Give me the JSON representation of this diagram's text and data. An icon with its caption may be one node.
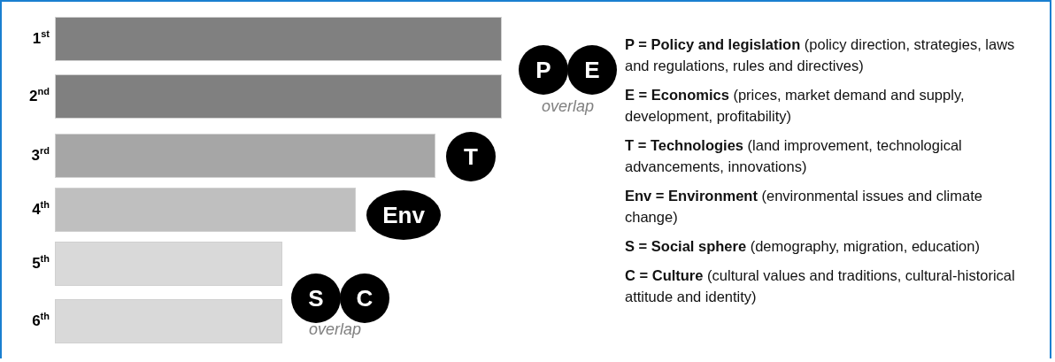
{
  "diagram": {
    "nodes": [
      {
        "text": [],
        "shape": "bar",
        "beside": [
          "1$^{st}$"
        ]
      },
      {
        "text": [],
        "shape": "bar",
        "beside": [
          "2$^{nd}$"
        ]
      },
      {
        "text": [],
        "shape": "bar",
        "beside": [
          "3$^{rd}$"
        ]
      },
      {
        "text": [],
        "shape": "bar",
        "beside": [
          "4$^{th}$"
        ]
      },
      {
        "text": [],
        "shape": "bar",
        "beside": [
          "5$^{th}$"
        ]
      },
      {
        "text": [],
        "shape": "bar",
        "beside": [
          "6$^{th}$"
        ]
      },
      {
        "text": [
          "P"
        ]
      },
      {
        "text": [
          "E"
        ]
      },
      {
        "text": [
          "T"
        ]
      },
      {
        "text": [
          "Env"
        ]
      },
      {
        "text": [
          "S"
        ]
      },
      {
        "text": [
          "C"
        ]
      }
    ],
    "labels": [
      "overlap",
      "overlap",
      "**P = Policy and legislation** (policy direction, strategies, laws and regulations, rules and directives)",
      "**E = Economics** (prices, market demand and supply, development, profitability)",
      "**T = Technologies** (land improvement, technological advancements, innovations)",
      "**Env = Environment** (environmental issues and climate change)",
      "**S = Social sphere** (demography, migration, education)",
      "**C = Culture** (cultural values and traditions, cultural-historical attitude and identity)"
    ]
  }
}
